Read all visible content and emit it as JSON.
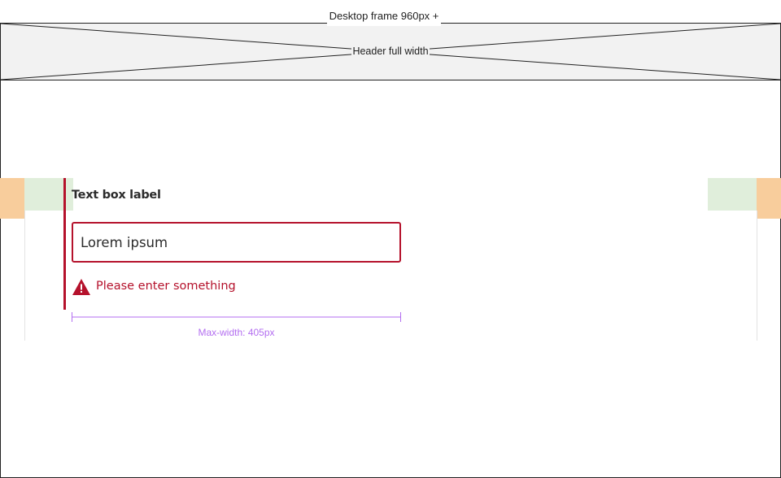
{
  "frame": {
    "title": "Desktop frame 960px +"
  },
  "header": {
    "label": "Header full width"
  },
  "form": {
    "label": "Text box label",
    "input_value": "Lorem ipsum",
    "error_message": "Please enter something",
    "error_color": "#b5122c"
  },
  "annotation": {
    "max_width_label": "Max-width: 405px",
    "color": "#b36ef0"
  },
  "colors": {
    "margin": "#f8cd9c",
    "gutter": "#e0eedb",
    "header_bg": "#f2f2f2"
  },
  "icons": {
    "error": "warning-triangle-icon"
  }
}
